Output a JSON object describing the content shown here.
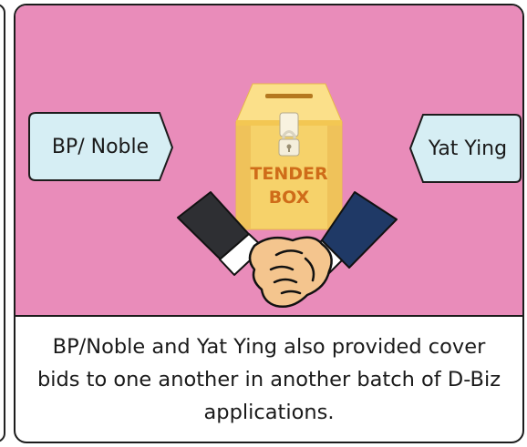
{
  "left_party": {
    "label": "BP/ Noble"
  },
  "right_party": {
    "label": "Yat Ying"
  },
  "tender_box": {
    "line1": "TENDER",
    "line2": "BOX"
  },
  "caption": {
    "text": "BP/Noble and Yat Ying also provided cover bids to one another in another batch of D-Biz applications."
  },
  "colors": {
    "background": "#e98cba",
    "tag_fill": "#d6eef4",
    "box_fill": "#f6d26a",
    "box_label": "#cf6c19",
    "left_sleeve": "#2e2f33",
    "right_sleeve": "#1f3966",
    "skin": "#f4c58e"
  },
  "icons": [
    "padlock-icon",
    "handshake-icon",
    "tender-box-icon"
  ]
}
